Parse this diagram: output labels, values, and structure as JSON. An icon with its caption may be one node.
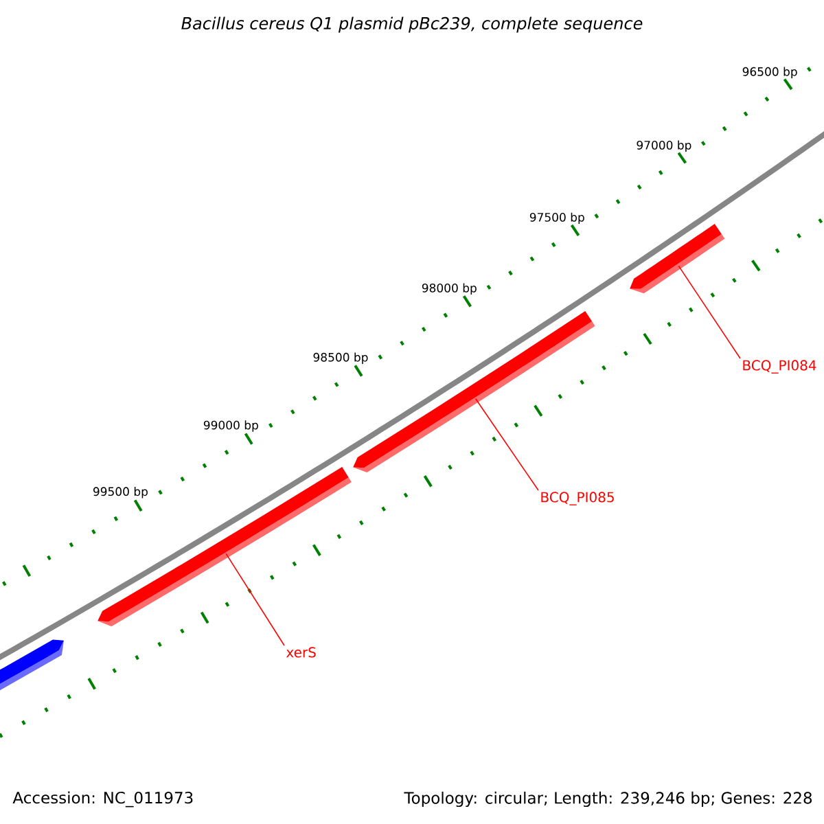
{
  "diagram": {
    "title": "Bacillus cereus Q1 plasmid pBc239, complete sequence",
    "nodes": [
      {
        "text": [],
        "shape": "bar"
      },
      {
        "text": [
          "BCQ_PI084"
        ]
      },
      {
        "text": [],
        "shape": "bar"
      },
      {
        "text": [
          "BCQ_PI085"
        ]
      },
      {
        "text": [],
        "shape": "bar"
      },
      {
        "text": [
          "xerS"
        ]
      },
      {
        "text": [],
        "shape": "bar"
      }
    ],
    "edges": [
      {
        "from": 1,
        "to": 0,
        "arrow": "none"
      },
      {
        "from": 3,
        "to": 2,
        "arrow": "none"
      },
      {
        "from": 5,
        "to": 4,
        "arrow": "none"
      }
    ],
    "labels": [
      "96500 bp",
      "97000 bp",
      "97500 bp",
      "98000 bp",
      "98500 bp",
      "99000 bp",
      "99500 bp",
      "Accession: NC_011973",
      "Topology: circular; Length: 239,246 bp; Genes: 228"
    ]
  }
}
